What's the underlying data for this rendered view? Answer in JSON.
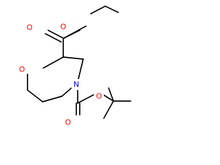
{
  "diagram": {
    "kind": "skeletal structural formula",
    "atoms": {
      "o_carbonyl_ester": "O",
      "o_ester": "O",
      "o_ring": "O",
      "n_ring": "N",
      "o_carbonyl_boc": "O",
      "o_boc": "O"
    },
    "colors": {
      "bond": "#000000",
      "oxygen": "#ff0000",
      "nitrogen": "#0000ff",
      "background": "#ffffff"
    }
  }
}
